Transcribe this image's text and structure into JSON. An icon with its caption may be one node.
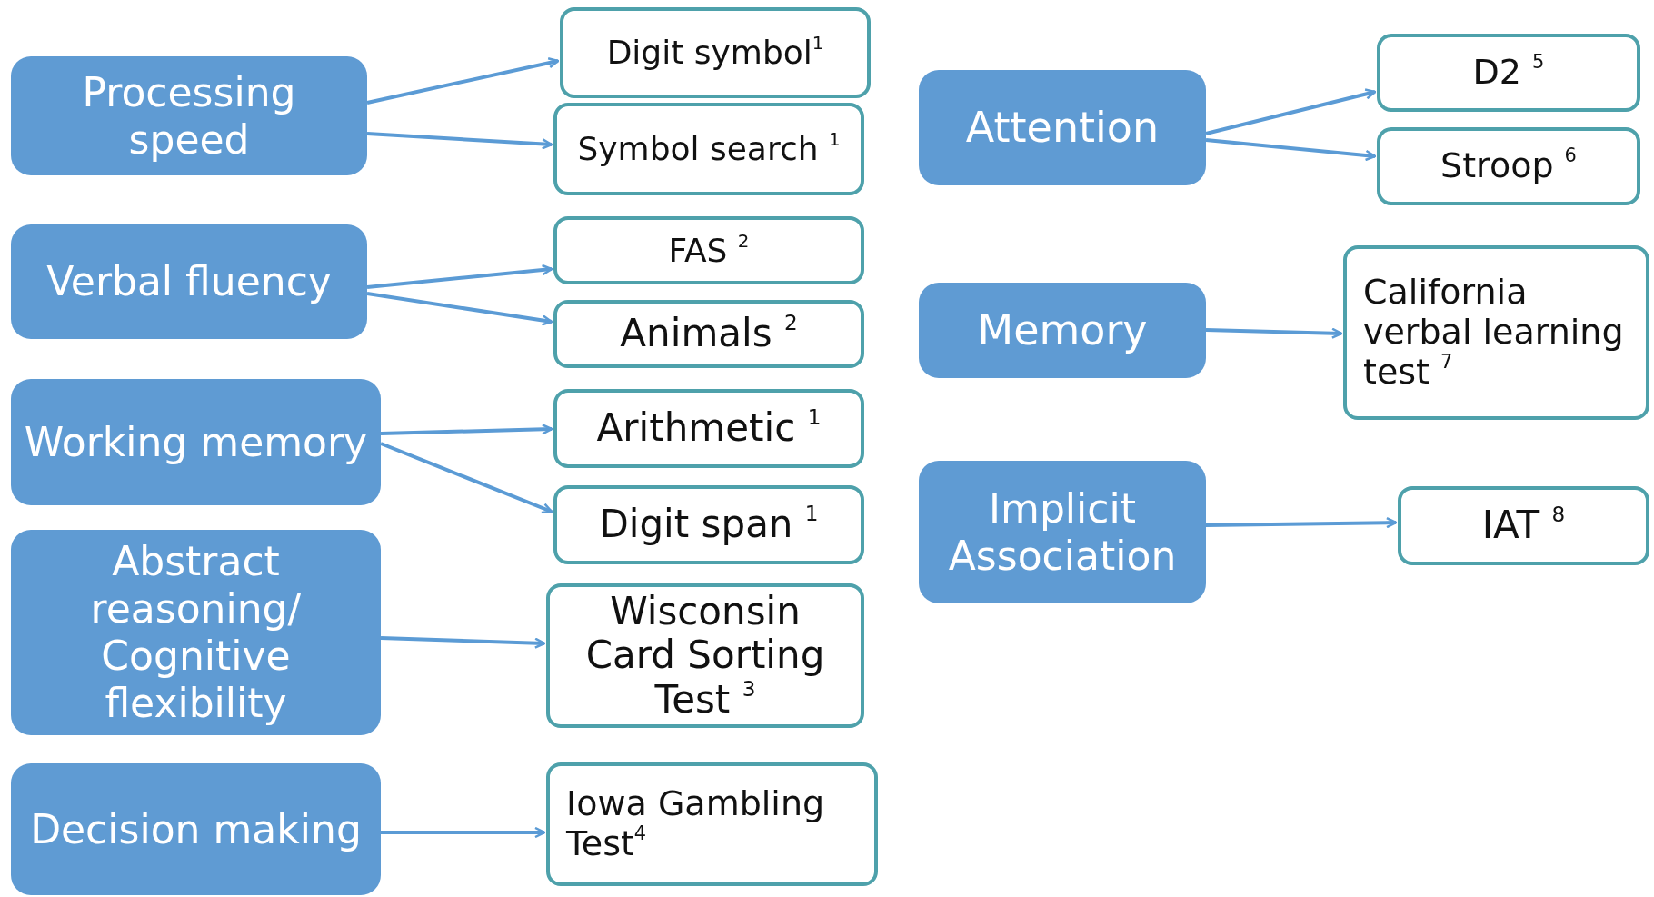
{
  "diagram": {
    "nodes": [
      {
        "text": [
          "Processing speed"
        ]
      },
      {
        "text": [
          "Digit symbol$^{1}$"
        ]
      },
      {
        "text": [
          "Symbol search $^{1}$"
        ]
      },
      {
        "text": [
          "Verbal fluency"
        ]
      },
      {
        "text": [
          "FAS $^{2}$"
        ]
      },
      {
        "text": [
          "Animals $^{2}$"
        ]
      },
      {
        "text": [
          "Working memory"
        ]
      },
      {
        "text": [
          "Arithmetic $^{1}$"
        ]
      },
      {
        "text": [
          "Digit span $^{1}$"
        ]
      },
      {
        "text": [
          "Abstract reasoning/ Cognitive flexibility"
        ]
      },
      {
        "text": [
          "Wisconsin Card Sorting Test $^{3}$"
        ]
      },
      {
        "text": [
          "Decision making"
        ]
      },
      {
        "text": [
          "Iowa Gambling Test$^{4}$"
        ]
      },
      {
        "text": [
          "Attention"
        ]
      },
      {
        "text": [
          "D2 $^{5}$"
        ]
      },
      {
        "text": [
          "Stroop $^{6}$"
        ]
      },
      {
        "text": [
          "Memory"
        ]
      },
      {
        "text": [
          "California verbal learning test $^{7}$"
        ]
      },
      {
        "text": [
          "Implicit Association"
        ]
      },
      {
        "text": [
          "IAT $^{8}$"
        ]
      }
    ],
    "edges": [
      {
        "from": 0,
        "to": 1,
        "arrow": "to"
      },
      {
        "from": 0,
        "to": 2,
        "arrow": "to"
      },
      {
        "from": 3,
        "to": 4,
        "arrow": "to"
      },
      {
        "from": 3,
        "to": 5,
        "arrow": "to"
      },
      {
        "from": 6,
        "to": 7,
        "arrow": "to"
      },
      {
        "from": 6,
        "to": 8,
        "arrow": "to"
      },
      {
        "from": 9,
        "to": 10,
        "arrow": "to"
      },
      {
        "from": 11,
        "to": 12,
        "arrow": "to"
      },
      {
        "from": 13,
        "to": 14,
        "arrow": "to"
      },
      {
        "from": 13,
        "to": 15,
        "arrow": "to"
      },
      {
        "from": 16,
        "to": 17,
        "arrow": "to"
      },
      {
        "from": 18,
        "to": 19,
        "arrow": "to"
      }
    ]
  }
}
